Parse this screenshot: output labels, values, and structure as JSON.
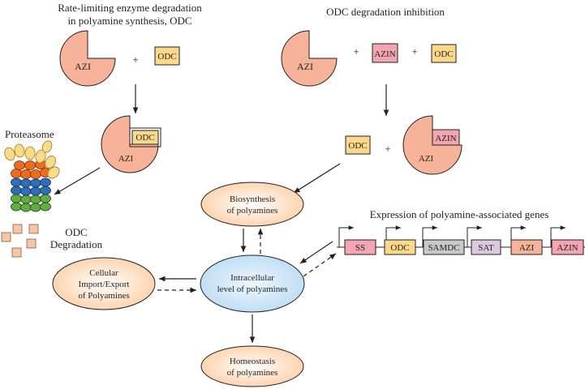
{
  "titles": {
    "left_line1": "Rate-limiting enzyme degradation",
    "left_line2": "in polyamine synthesis, ODC",
    "right": "ODC degradation inhibition"
  },
  "symbols": {
    "plus": "+"
  },
  "proteins": {
    "azi": "AZI",
    "odc": "ODC",
    "azin": "AZIN"
  },
  "proteasome": {
    "label": "Proteasome",
    "degradation_line1": "ODC",
    "degradation_line2": "Degradation"
  },
  "nodes": {
    "biosynthesis": [
      "Biosynthesis",
      "of polyamines"
    ],
    "intracellular": [
      "Intracellular",
      "level of polyamines"
    ],
    "cellular": [
      "Cellular",
      "Import/Export",
      "of Polyamines"
    ],
    "homeostasis": [
      "Homeostasis",
      "of polyamines"
    ]
  },
  "genes": {
    "title": "Expression of polyamine-associated genes",
    "list": [
      "SS",
      "ODC",
      "SAMDC",
      "SAT",
      "AZI",
      "AZIN"
    ]
  },
  "colors": {
    "azi_pie": "#f7b29a",
    "odc_box": "#fcd88b",
    "azin_box": "#f3a6b1",
    "samdc_box": "#c9c9c9",
    "sat_box": "#ddc8e0",
    "peach_node": "#fcdcbf",
    "blue_node": "#cfe6f7",
    "degradation_square": "#f5c6a8"
  }
}
